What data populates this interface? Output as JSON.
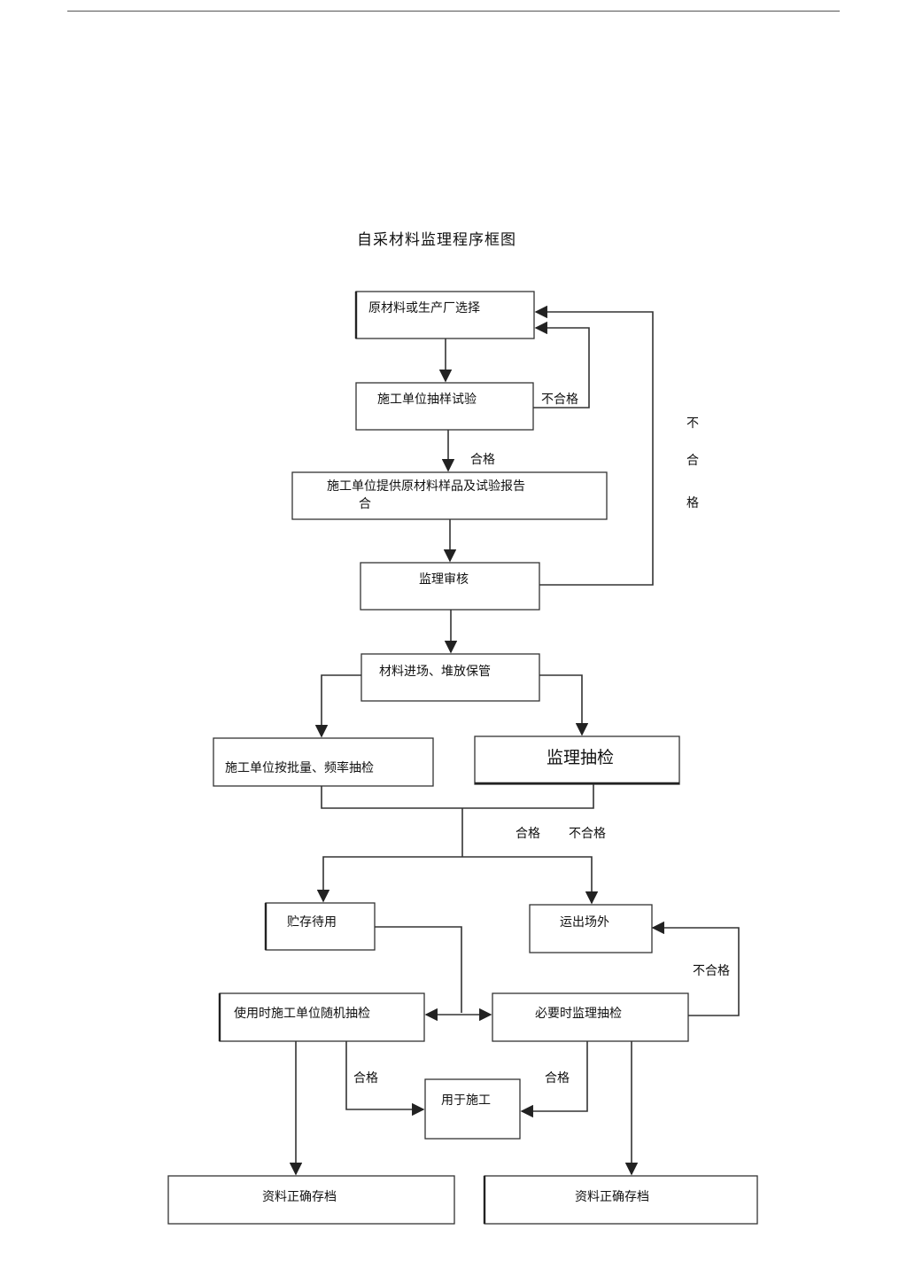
{
  "title": "自采材料监理程序框图",
  "nodes": {
    "select_source": "原材料或生产厂选择",
    "contractor_sample_test": "施工单位抽样试验",
    "provide_samples_line1": "施工单位提供原材料样品及试验报告",
    "provide_samples_line2": "合",
    "supervision_review": "监理审核",
    "material_entry": "材料进场、堆放保管",
    "batch_check": "施工单位按批量、频率抽检",
    "supervision_spot_check": "监理抽检",
    "store": "贮存待用",
    "ship_out": "运出场外",
    "random_check_on_use": "使用时施工单位随机抽检",
    "supervision_check_when_needed": "必要时监理抽检",
    "use_in_construction": "用于施工",
    "archive_left": "资料正确存档",
    "archive_right": "资料正确存档"
  },
  "edge_labels": {
    "fail_1": "不合格",
    "pass_1": "合格",
    "fail_vertical": [
      "不",
      "合",
      "格"
    ],
    "pass_2": "合格",
    "fail_2": "不合格",
    "fail_3": "不合格",
    "pass_3": "合格",
    "pass_4": "合格"
  }
}
